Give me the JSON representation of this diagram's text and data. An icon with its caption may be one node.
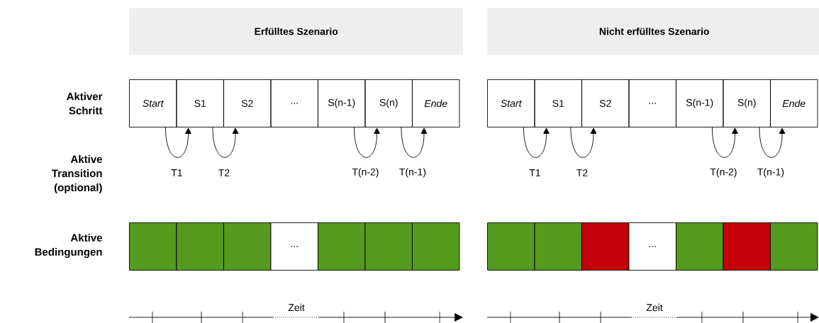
{
  "diagram": {
    "nodes": [
      {
        "text": [
          "Erfülltes Szenario"
        ]
      },
      {
        "text": [
          "Nicht erfülltes Szenario"
        ]
      },
      {
        "text": [
          "Start"
        ]
      },
      {
        "text": [
          "S1"
        ]
      },
      {
        "text": [
          "S2"
        ]
      },
      {
        "text": [
          "..."
        ]
      },
      {
        "text": [
          "S(n-1)"
        ]
      },
      {
        "text": [
          "S(n)"
        ]
      },
      {
        "text": [
          "Ende"
        ]
      },
      {
        "text": [],
        "shape": "box"
      },
      {
        "text": [],
        "shape": "box"
      },
      {
        "text": [],
        "shape": "box"
      },
      {
        "text": [
          "..."
        ]
      },
      {
        "text": [],
        "shape": "box"
      },
      {
        "text": [],
        "shape": "box"
      },
      {
        "text": [],
        "shape": "box"
      },
      {
        "text": [
          "Start"
        ]
      },
      {
        "text": [
          "S1"
        ]
      },
      {
        "text": [
          "S2"
        ]
      },
      {
        "text": [
          "..."
        ]
      },
      {
        "text": [
          "S(n-1)"
        ]
      },
      {
        "text": [
          "S(n)"
        ]
      },
      {
        "text": [
          "Ende"
        ]
      },
      {
        "text": [],
        "shape": "box"
      },
      {
        "text": [],
        "shape": "box"
      },
      {
        "text": [],
        "shape": "box"
      },
      {
        "text": [
          "..."
        ]
      },
      {
        "text": [],
        "shape": "box"
      },
      {
        "text": [],
        "shape": "box"
      },
      {
        "text": [],
        "shape": "box"
      }
    ],
    "edges": [
      {
        "from": 2,
        "to": 3,
        "arrow": "to",
        "label": "T1"
      },
      {
        "from": 3,
        "to": 4,
        "arrow": "to",
        "label": "T2"
      },
      {
        "from": 6,
        "to": 7,
        "arrow": "to",
        "label": "T(n-2)"
      },
      {
        "from": 7,
        "to": 8,
        "arrow": "to",
        "label": "T(n-1)"
      },
      {
        "from": 16,
        "to": 17,
        "arrow": "to",
        "label": "T1"
      },
      {
        "from": 17,
        "to": 18,
        "arrow": "to",
        "label": "T2"
      },
      {
        "from": 20,
        "to": 21,
        "arrow": "to",
        "label": "T(n-2)"
      },
      {
        "from": 21,
        "to": 22,
        "arrow": "to",
        "label": "T(n-1)"
      }
    ],
    "labels": [
      "Aktiver Schritt",
      "Aktive Transition (optional)",
      "Aktive Bedingungen",
      "Zeit",
      "Zeit"
    ]
  }
}
